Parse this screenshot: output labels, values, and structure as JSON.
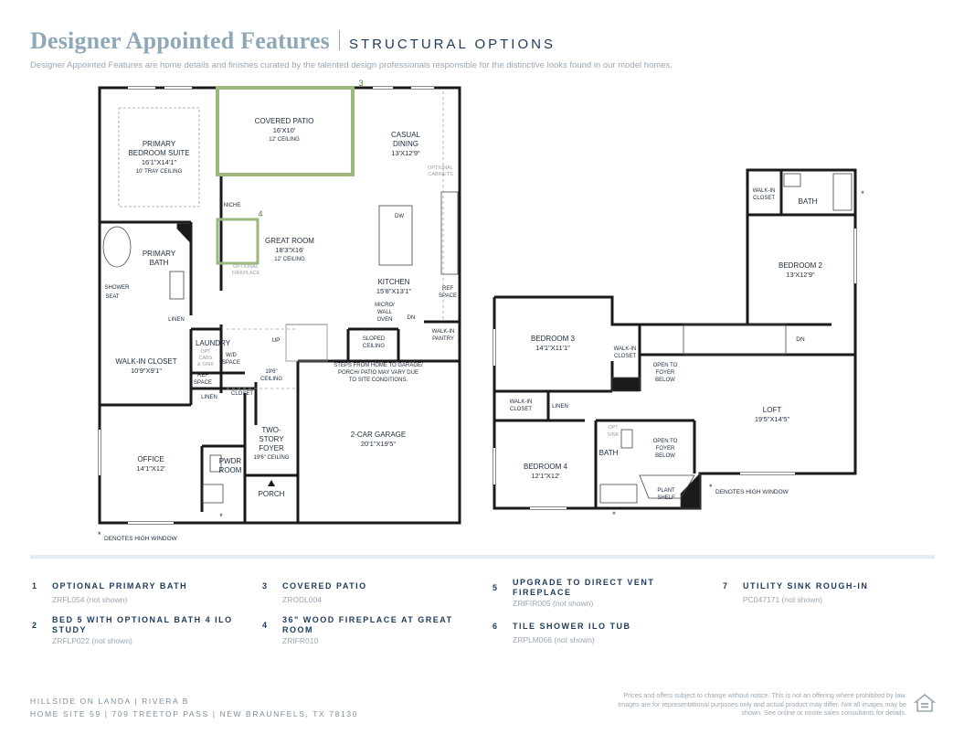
{
  "header": {
    "title": "Designer Appointed Features",
    "section": "STRUCTURAL OPTIONS",
    "description": "Designer Appointed Features are home details and finishes curated by the talented design professionals responsible for the distinctive looks found in our model homes."
  },
  "plan": {
    "callout_3": "3",
    "callout_4": "4",
    "covered_patio": {
      "name": "COVERED PATIO",
      "size": "16'X10'",
      "note": "12' CEILING"
    },
    "primary_suite": {
      "line1": "PRIMARY",
      "line2": "BEDROOM SUITE",
      "size": "16'1\"X14'1\"",
      "note": "10' TRAY CEILING"
    },
    "casual_dining": {
      "line1": "CASUAL",
      "line2": "DINING",
      "size": "13'X12'9\""
    },
    "optional_cabinets": {
      "line1": "OPTIONAL",
      "line2": "CABINETS"
    },
    "niche": "NICHE",
    "dw": "DW",
    "great_room": {
      "name": "GREAT ROOM",
      "size": "18'3\"X16'",
      "note": "12' CEILING"
    },
    "optional_fireplace": {
      "line1": "OPTIONAL",
      "line2": "FIREPLACE"
    },
    "primary_bath": {
      "line1": "PRIMARY",
      "line2": "BATH"
    },
    "kitchen": {
      "name": "KITCHEN",
      "size": "15'8\"X13'1\""
    },
    "ref_space_1": {
      "line1": "REF",
      "line2": "SPACE"
    },
    "shower_seat": {
      "line1": "SHOWER",
      "line2": "SEAT"
    },
    "micro_wall_oven": {
      "line1": "MICRO/",
      "line2": "WALL",
      "line3": "OVEN"
    },
    "dn_1": "DN",
    "linen_1": "LINEN",
    "walk_in_pantry": {
      "line1": "WALK-IN",
      "line2": "PANTRY"
    },
    "laundry": {
      "name": "LAUNDRY",
      "opt1": "OPT",
      "opt2": "CABS",
      "opt3": "& SINK"
    },
    "wd_space": {
      "line1": "W/D",
      "line2": "SPACE"
    },
    "up": "UP",
    "sloped_ceiling": {
      "line1": "SLOPED",
      "line2": "CEILING"
    },
    "walk_in_closet_1": {
      "name": "WALK-IN CLOSET",
      "size": "10'9\"X9'1\""
    },
    "ref_space_2": {
      "line1": "REF",
      "line2": "SPACE"
    },
    "ceiling_196": {
      "line1": "19'6\"",
      "line2": "CEILING"
    },
    "steps_note": {
      "line1": "STEPS FROM HOME TO GARAGE/",
      "line2": "PORCH/ PATIO MAY VARY DUE",
      "line3": "TO SITE CONDITIONS."
    },
    "linen_2": "LINEN",
    "closet": "CLOSET",
    "two_story_foyer": {
      "line1": "TWO-",
      "line2": "STORY",
      "line3": "FOYER",
      "note": "19'6\" CEILING"
    },
    "garage": {
      "name": "2-CAR GARAGE",
      "size": "20'1\"X19'5\""
    },
    "office": {
      "name": "OFFICE",
      "size": "14'1\"X12'"
    },
    "pwdr_room": {
      "line1": "PWDR",
      "line2": "ROOM"
    },
    "porch": "PORCH",
    "high_window_note_1": "DENOTES HIGH WINDOW",
    "star": "*",
    "walk_in_closet_2": {
      "line1": "WALK-IN",
      "line2": "CLOSET"
    },
    "bath_2": "BATH",
    "bedroom_2": {
      "name": "BEDROOM 2",
      "size": "13'X12'9\""
    },
    "bedroom_3": {
      "name": "BEDROOM 3",
      "size": "14'1\"X11'1\""
    },
    "walk_in_closet_3": {
      "line1": "WALK-IN",
      "line2": "CLOSET"
    },
    "open_foyer_1": {
      "line1": "OPEN TO",
      "line2": "FOYER",
      "line3": "BELOW"
    },
    "dn_2": "DN",
    "walk_in_closet_4": {
      "line1": "WALK-IN",
      "line2": "CLOSET"
    },
    "linen_3": "LINEN",
    "loft": {
      "name": "LOFT",
      "size": "19'5\"X14'5\""
    },
    "opt_sink": {
      "line1": "OPT",
      "line2": "SINK"
    },
    "open_foyer_2": {
      "line1": "OPEN TO",
      "line2": "FOYER",
      "line3": "BELOW"
    },
    "bedroom_4": {
      "name": "BEDROOM 4",
      "size": "12'1\"X12'"
    },
    "bath_3": "BATH",
    "plant_shelf": {
      "line1": "PLANT",
      "line2": "SHELF"
    },
    "high_window_note_2": "DENOTES HIGH WINDOW"
  },
  "options": [
    {
      "num": "1",
      "name": "OPTIONAL PRIMARY BATH",
      "code": "ZRFL054 (not shown)"
    },
    {
      "num": "2",
      "name": "BED 5 WITH OPTIONAL BATH 4 ILO STUDY",
      "code": "ZRFLP022 (not shown)"
    },
    {
      "num": "3",
      "name": "COVERED PATIO",
      "code": "ZRODL004"
    },
    {
      "num": "4",
      "name": "36\" WOOD FIREPLACE AT GREAT ROOM",
      "code": "ZRIFR010"
    },
    {
      "num": "5",
      "name": "UPGRADE TO DIRECT VENT FIREPLACE",
      "code": "ZRIFIR005 (not shown)"
    },
    {
      "num": "6",
      "name": "TILE SHOWER ILO TUB",
      "code": "ZRPLM066 (not shown)"
    },
    {
      "num": "7",
      "name": "UTILITY SINK ROUGH-IN",
      "code": "PC047171 (not shown)"
    }
  ],
  "footer": {
    "community": "HILLSIDE ON LANDA  |  RIVERA B",
    "address": "HOME SITE 59  |  709 TREETOP PASS  |  NEW BRAUNFELS, TX 78130",
    "disclaimer": "Prices and offers subject to change without notice. This is not an offering where prohibited by law. Images are for representational purposes only and actual product may differ. Not all images may be shown. See online or onsite sales consultants for details."
  },
  "colors": {
    "accent": "#8fa8b8",
    "navy": "#1e3a5a",
    "highlight": "#9cb87c",
    "wall": "#1a1a1a"
  }
}
